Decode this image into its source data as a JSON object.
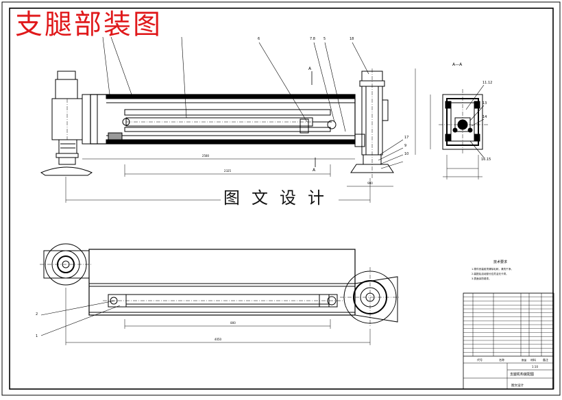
{
  "drawing_title": "支腿部装图",
  "watermark": "图文设计",
  "sections": {
    "a_a_label": "A—A",
    "section_mark": "A"
  },
  "balloons": [
    "6",
    "7.8",
    "5",
    "18",
    "11.12",
    "13",
    "14",
    "16.15",
    "17",
    "9",
    "10",
    "2",
    "1"
  ],
  "dims": {
    "d1": "2325",
    "d2": "2580",
    "d3": "900",
    "d4": "800",
    "d5": "4050"
  },
  "notes": {
    "heading": "技术要求",
    "lines": [
      "1.零件安装前须清除毛刺，清洗干净。",
      "2.装配后活动部分应灵活无卡滞。",
      "3.表面涂防锈漆。"
    ]
  },
  "title_block": {
    "name": "支腿机构装配图",
    "header_code": "代号",
    "header_name": "名称",
    "header_qty": "数量",
    "header_mat": "材料",
    "header_note": "备注",
    "scale": "1:10",
    "company": "图文设计"
  }
}
